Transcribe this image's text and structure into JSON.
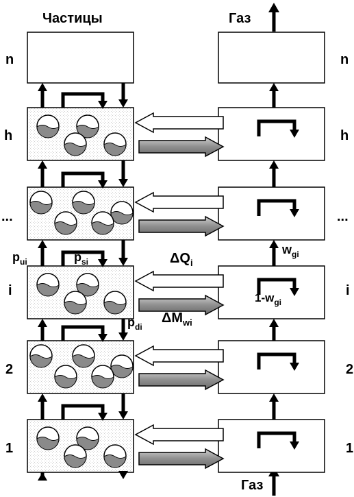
{
  "headers": {
    "particles": "Частицы",
    "gas_top": "Газ",
    "gas_bottom": "Газ"
  },
  "rows": [
    {
      "label": "n",
      "has_particles": false
    },
    {
      "label": "h",
      "has_particles": true
    },
    {
      "label": "...",
      "has_particles": true
    },
    {
      "label": "i",
      "has_particles": true
    },
    {
      "label": "2",
      "has_particles": true
    },
    {
      "label": "1",
      "has_particles": true
    }
  ],
  "symbols": {
    "p_u": {
      "base": "p",
      "sub": "ui"
    },
    "p_s": {
      "base": "p",
      "sub": "si"
    },
    "p_d": {
      "base": "p",
      "sub": "di"
    },
    "dQ": {
      "base": "ΔQ",
      "sub": "i"
    },
    "dM": {
      "base": "ΔM",
      "sub": "wi"
    },
    "w_g": {
      "base": "w",
      "sub": "gi"
    },
    "one_minus_w_g": {
      "base": "1-w",
      "sub": "gi"
    }
  },
  "colors": {
    "particle_fill": "#8a8a8a",
    "box_texture": "#d9d9d9",
    "gray_arrow": "#9a9a9a"
  }
}
